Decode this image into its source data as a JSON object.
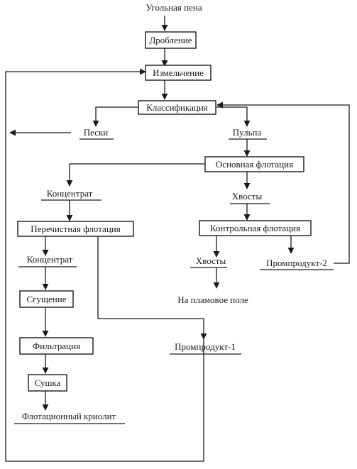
{
  "flowchart": {
    "nodes": {
      "foam": "Угольная пена",
      "crushing": "Дробление",
      "grinding": "Измельчение",
      "classification": "Классификация",
      "sands": "Пески",
      "pulp": "Пульпа",
      "main_flotation": "Основная флотация",
      "concentrate_1": "Концентрат",
      "tailings_1": "Хвосты",
      "cleaner_flotation": "Перечистная флотация",
      "control_flotation": "Контрольная флотация",
      "concentrate_2": "Концентрат",
      "tailings_2": "Хвосты",
      "middlings_2": "Промпродукт-2",
      "sludge_field": "На пламовое поле",
      "thickening": "Сгущение",
      "filtration": "Фильтрация",
      "middlings_1": "Промпродукт-1",
      "drying": "Сушка",
      "product": "Флотационный криолит"
    }
  }
}
